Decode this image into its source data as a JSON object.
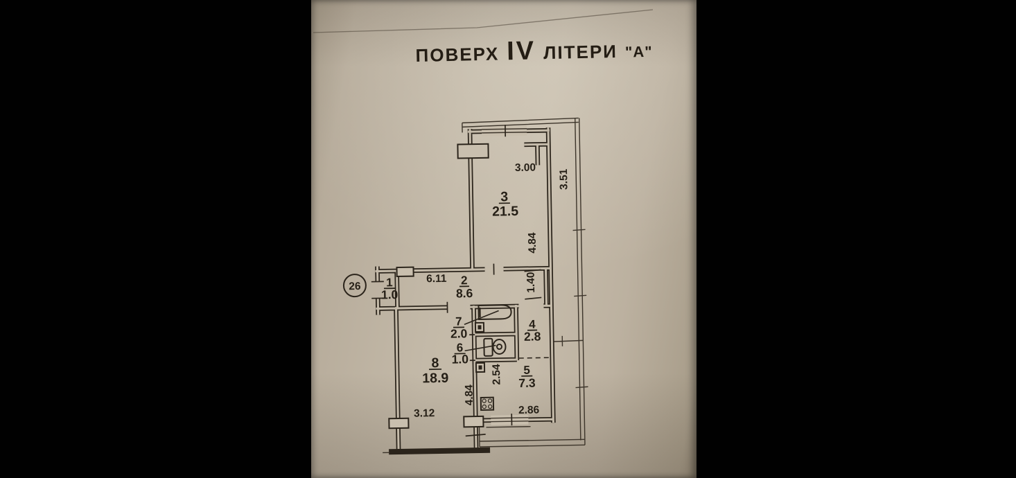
{
  "title": {
    "word_floor": "ПОВЕРХ",
    "floor_numeral": "IV",
    "word_letter": "ЛІТЕРИ",
    "letter_value": "\"А\""
  },
  "unit_badge": "26",
  "rooms": [
    {
      "number": "1",
      "area": "1.0"
    },
    {
      "number": "2",
      "area": "8.6"
    },
    {
      "number": "3",
      "area": "21.5"
    },
    {
      "number": "4",
      "area": "2.8"
    },
    {
      "number": "5",
      "area": "7.3"
    },
    {
      "number": "6",
      "area": "1.0"
    },
    {
      "number": "7",
      "area": "2.0"
    },
    {
      "number": "8",
      "area": "18.9"
    }
  ],
  "dimensions": {
    "room3_width": "3.00",
    "loggia_right_length": "3.51",
    "room3_depth": "4.84",
    "hallway_length": "6.11",
    "hallway_width": "1.40",
    "kitchen_depth": "2.54",
    "kitchen_width": "2.86",
    "room8_width": "3.12",
    "room8_depth": "4.84"
  },
  "colors": {
    "paper": "#c3b9a8",
    "ink": "#2b241b",
    "background": "#000000"
  }
}
